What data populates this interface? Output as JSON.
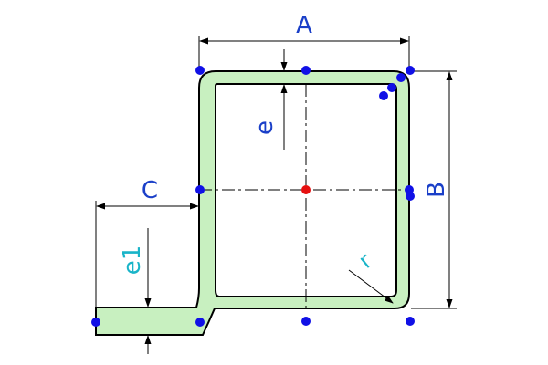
{
  "labels": {
    "A": "A",
    "B": "B",
    "C": "C",
    "e": "e",
    "e1": "e1",
    "r": "r"
  },
  "colors": {
    "profile_fill": "#c8f0c0",
    "profile_stroke": "#000000",
    "dimension_line": "#000000",
    "label_primary": "#1a3fc8",
    "label_secondary": "#19b4c8",
    "handle_point": "#1010e6",
    "center_point": "#e61010",
    "background": "#ffffff"
  }
}
